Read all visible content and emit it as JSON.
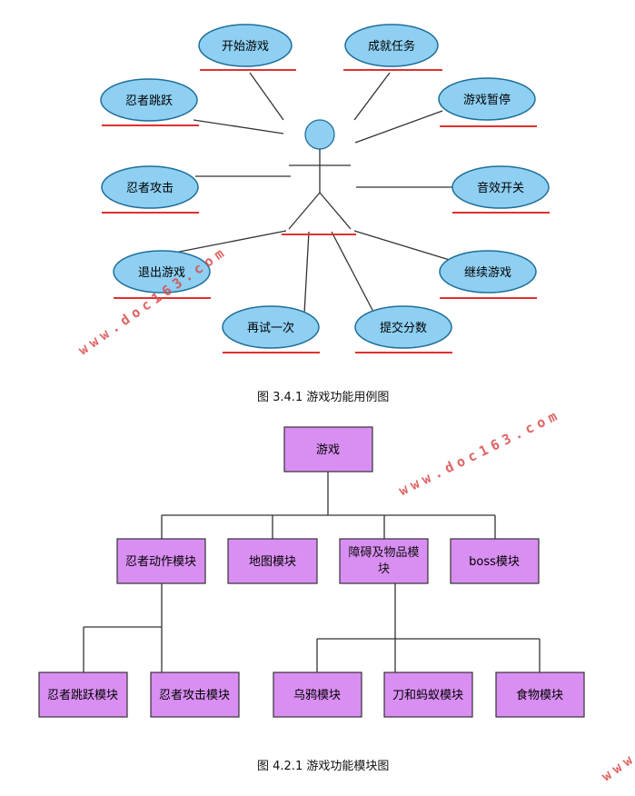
{
  "usecase_diagram": {
    "caption": "图 3.4.1 游戏功能用例图",
    "use_cases": [
      "开始游戏",
      "成就任务",
      "忍者跳跃",
      "游戏暂停",
      "忍者攻击",
      "音效开关",
      "退出游戏",
      "继续游戏",
      "再试一次",
      "提交分数"
    ]
  },
  "module_diagram": {
    "caption": "图 4.2.1 游戏功能模块图",
    "root": "游戏",
    "level1": [
      "忍者动作模块",
      "地图模块",
      "障碍及物品模块",
      "boss模块"
    ],
    "level2_action": [
      "忍者跳跃模块",
      "忍者攻击模块"
    ],
    "level2_obstacle": [
      "乌鸦模块",
      "刀和蚂蚁模块",
      "食物模块"
    ]
  },
  "watermark": "www.doc163.com",
  "colors": {
    "ellipse_fill": "#8ecff2",
    "ellipse_stroke": "#1f6e99",
    "underline": "#e03030",
    "box_fill": "#d98ef2",
    "box_stroke": "#333333",
    "watermark": "#d94a4a"
  }
}
